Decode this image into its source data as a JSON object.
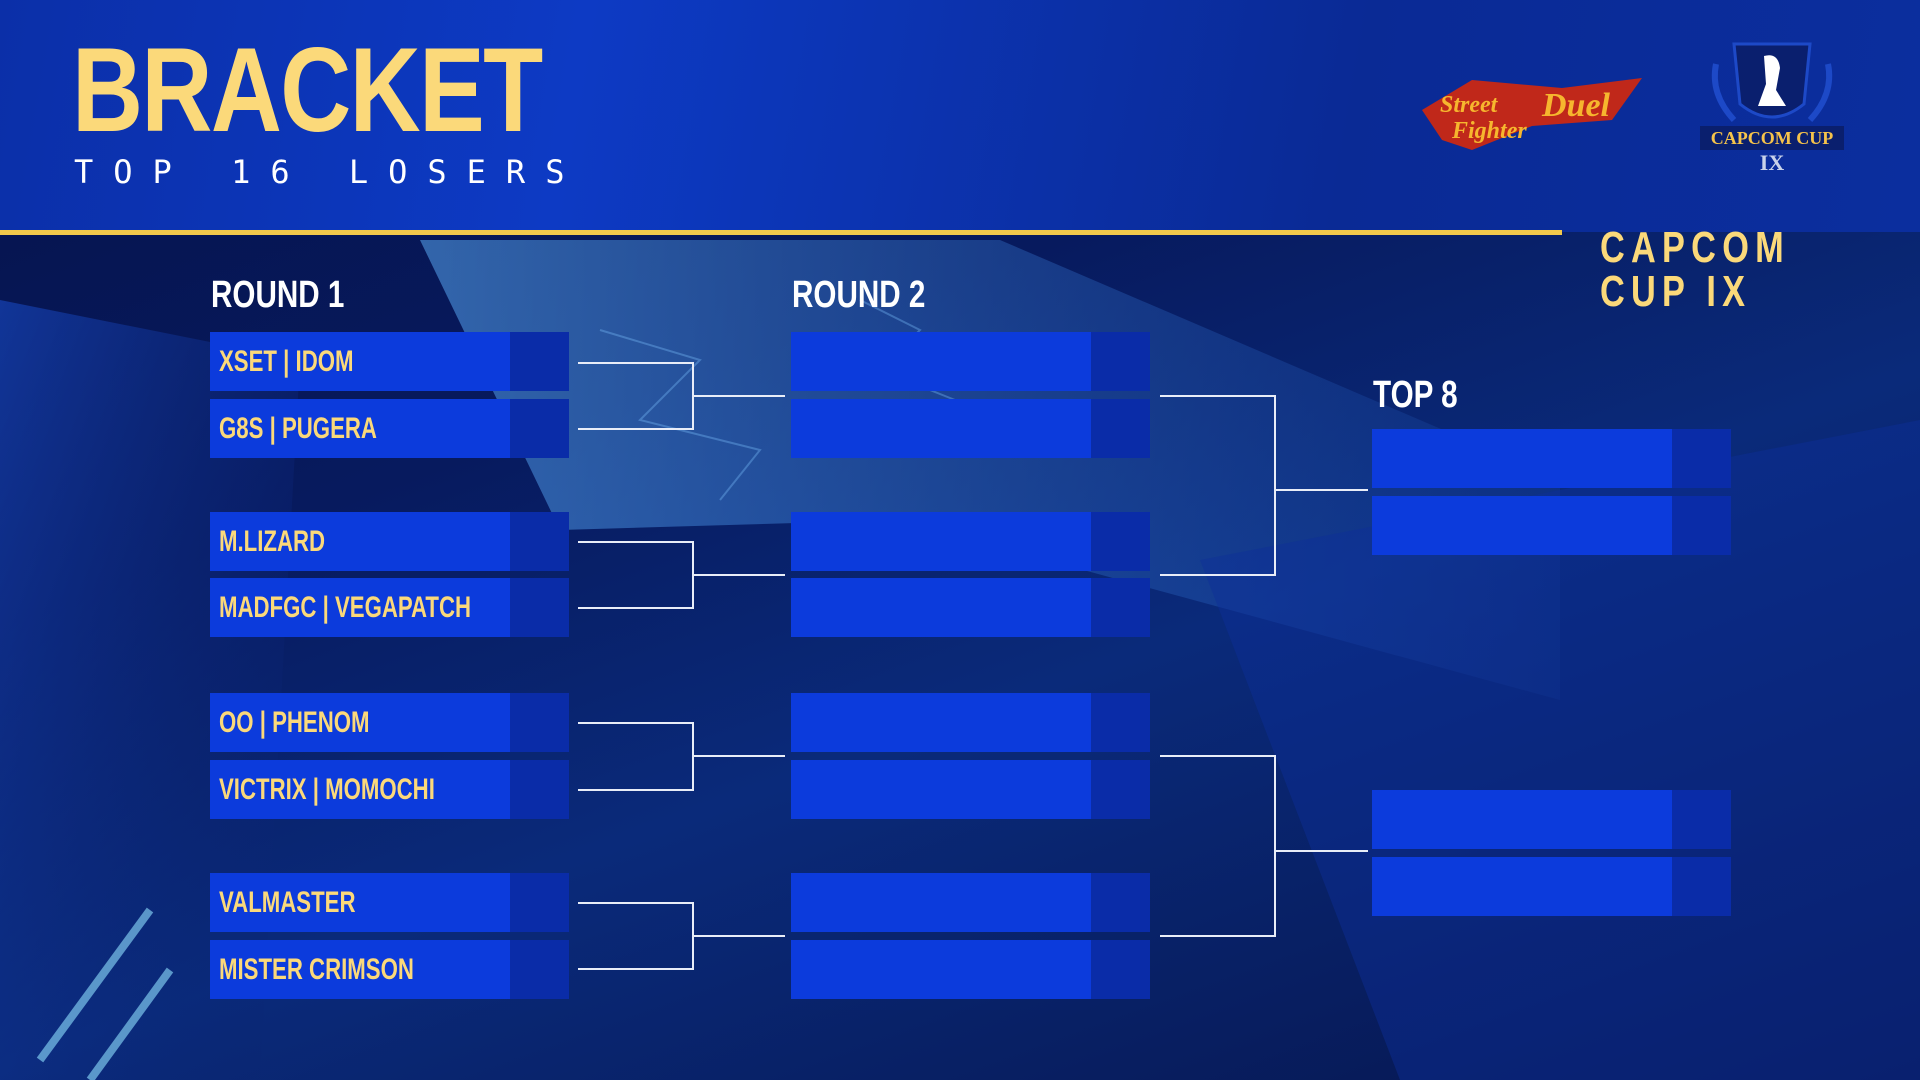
{
  "header": {
    "title": "BRACKET",
    "subtitle": "TOP 16 LOSERS",
    "event": "CAPCOM CUP IX",
    "logos": {
      "game_logo_text": "STREET FIGHTER DUEL",
      "event_logo_text": "CAPCOM CUP IX"
    }
  },
  "rounds": {
    "round1_label": "ROUND 1",
    "round2_label": "ROUND 2",
    "top8_label": "TOP 8"
  },
  "round1": [
    {
      "player": "XSET | IDOM",
      "score": ""
    },
    {
      "player": "G8S | PUGERA",
      "score": ""
    },
    {
      "player": "M.LIZARD",
      "score": ""
    },
    {
      "player": "MADFGC | VEGAPATCH",
      "score": ""
    },
    {
      "player": "OO | PHENOM",
      "score": ""
    },
    {
      "player": "VICTRIX | MOMOCHI",
      "score": ""
    },
    {
      "player": "VALMASTER",
      "score": ""
    },
    {
      "player": "MISTER CRIMSON",
      "score": ""
    }
  ],
  "round2": [
    {
      "player": "",
      "score": ""
    },
    {
      "player": "",
      "score": ""
    },
    {
      "player": "",
      "score": ""
    },
    {
      "player": "",
      "score": ""
    },
    {
      "player": "",
      "score": ""
    },
    {
      "player": "",
      "score": ""
    },
    {
      "player": "",
      "score": ""
    },
    {
      "player": "",
      "score": ""
    }
  ],
  "top8": [
    {
      "player": "",
      "score": ""
    },
    {
      "player": "",
      "score": ""
    },
    {
      "player": "",
      "score": ""
    },
    {
      "player": "",
      "score": ""
    }
  ],
  "colors": {
    "accent_gold": "#fbd97a",
    "rule_gold": "#f2c94c",
    "slot_blue": "#0c3bdc",
    "score_blue": "#0a2ca8"
  }
}
